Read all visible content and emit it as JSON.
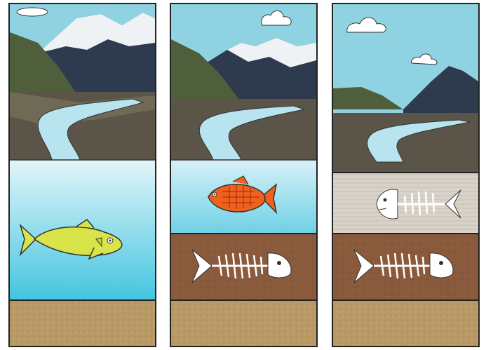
{
  "figure": {
    "panels": [
      {
        "id": "panel-1",
        "layers": [
          "sky-mountain-river",
          "water",
          "sediment"
        ],
        "fish": "yellow-living-fish"
      },
      {
        "id": "panel-2",
        "layers": [
          "sky-mountain-river",
          "water",
          "mud-with-fossil",
          "sediment"
        ],
        "fish": "orange-living-fish"
      },
      {
        "id": "panel-3",
        "layers": [
          "sky-mountain-river",
          "limestone-with-fossil",
          "mud-with-fossil",
          "sediment"
        ],
        "fish": "fossil-skeletons"
      }
    ],
    "colors": {
      "sky": "#8fd3e2",
      "water_top": "#dff3f8",
      "water_bottom": "#45c6e0",
      "sand": "#b99a66",
      "mud": "#8a5a3c",
      "limestone": "#d8d2c8",
      "yellow_fish": "#d9e34a",
      "orange_fish": "#f0601e",
      "outline": "#222222"
    }
  }
}
